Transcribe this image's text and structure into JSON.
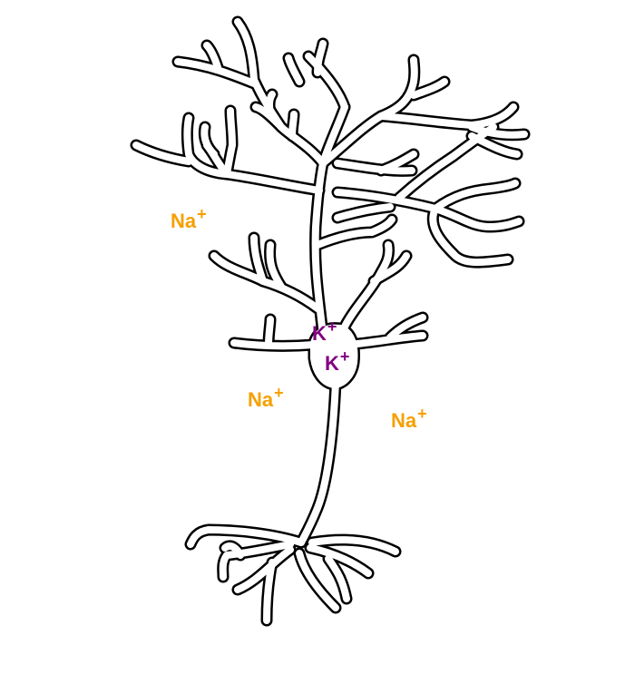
{
  "colors": {
    "outline": "#000000",
    "fill": "#ffffff",
    "sodium": "#f5a000",
    "potassium": "#800080"
  },
  "ions": {
    "na_1": {
      "symbol": "Na",
      "charge": "+"
    },
    "na_2": {
      "symbol": "Na",
      "charge": "+"
    },
    "na_3": {
      "symbol": "Na",
      "charge": "+"
    },
    "k_1": {
      "symbol": "K",
      "charge": "+"
    },
    "k_2": {
      "symbol": "K",
      "charge": "+"
    }
  }
}
